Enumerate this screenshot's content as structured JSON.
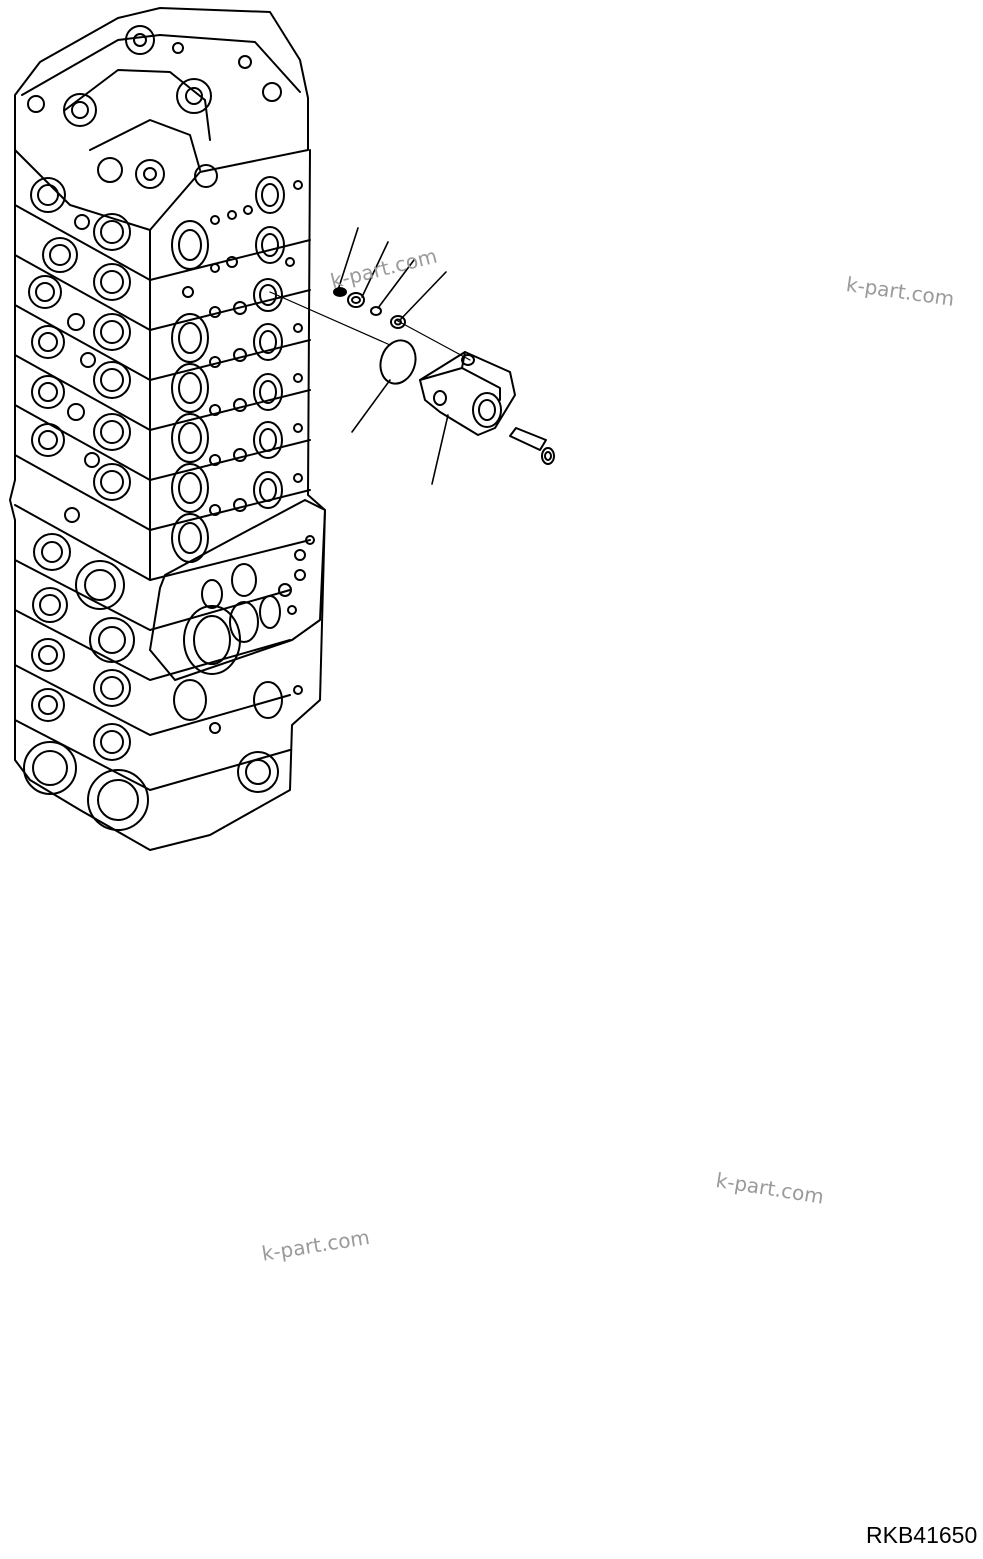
{
  "drawing_id": "RKB41650",
  "watermarks": [
    "k-part.com",
    "k-part.com",
    "k-part.com",
    "k-part.com"
  ],
  "line_color": "#000000",
  "background_color": "#ffffff",
  "watermark_color": "#9a9a9a"
}
